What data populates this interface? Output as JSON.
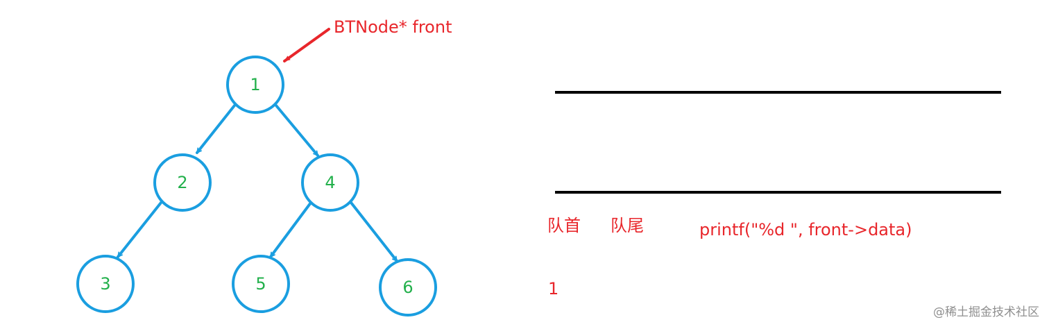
{
  "colors": {
    "node_stroke": "#1a9ee0",
    "node_text": "#22b04b",
    "annotation": "#e8262b",
    "queue_lines": "#000000"
  },
  "tree": {
    "pointer_label": "BTNode* front",
    "nodes": [
      {
        "id": "n1",
        "label": "1"
      },
      {
        "id": "n2",
        "label": "2"
      },
      {
        "id": "n4",
        "label": "4"
      },
      {
        "id": "n3",
        "label": "3"
      },
      {
        "id": "n5",
        "label": "5"
      },
      {
        "id": "n6",
        "label": "6"
      }
    ]
  },
  "queue": {
    "head_label": "队首",
    "tail_label": "队尾",
    "code": "printf(\"%d \", front->data)",
    "output": "1"
  },
  "watermark": "@稀土掘金技术社区"
}
